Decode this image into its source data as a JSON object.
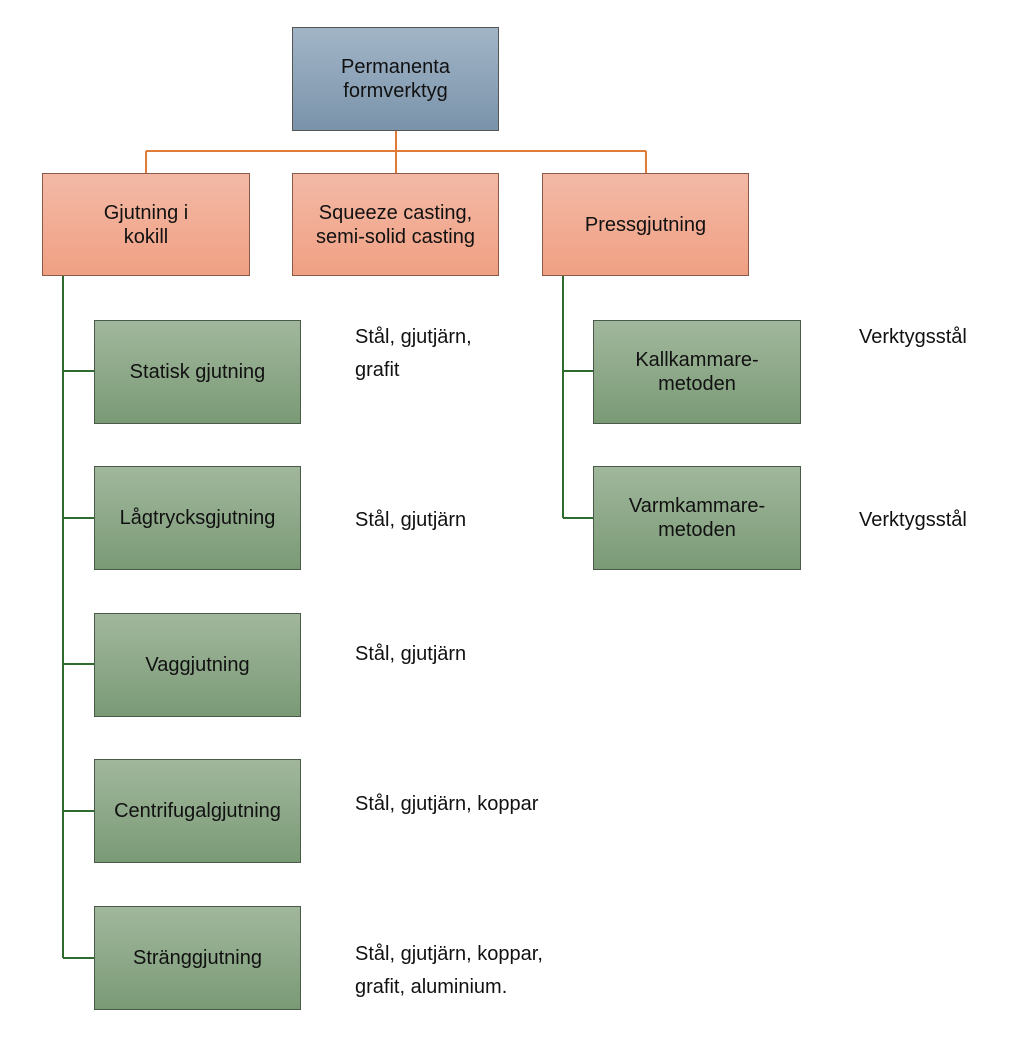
{
  "root": {
    "label": "Permanenta\nformverktyg"
  },
  "branches": [
    {
      "label": "Gjutning i\nkokill",
      "children": [
        {
          "label": "Statisk gjutning",
          "materials": "Stål, gjutjärn,\ngrafit"
        },
        {
          "label": "Lågtrycksgjutning",
          "materials": "Stål, gjutjärn"
        },
        {
          "label": "Vaggjutning",
          "materials": "Stål, gjutjärn"
        },
        {
          "label": "Centrifugalgjutning",
          "materials": "Stål, gjutjärn, koppar"
        },
        {
          "label": "Stränggjutning",
          "materials": "Stål, gjutjärn, koppar,\ngrafit, aluminium."
        }
      ]
    },
    {
      "label": "Squeeze casting,\nsemi-solid casting",
      "children": []
    },
    {
      "label": "Pressgjutning",
      "children": [
        {
          "label": "Kallkammare-\nmetoden",
          "materials": "Verktygsstål"
        },
        {
          "label": "Varmkammare-\nmetoden",
          "materials": "Verktygsstål"
        }
      ]
    }
  ],
  "colors": {
    "orange_connector": "#e07b39",
    "green_connector": "#2e6b2e"
  }
}
